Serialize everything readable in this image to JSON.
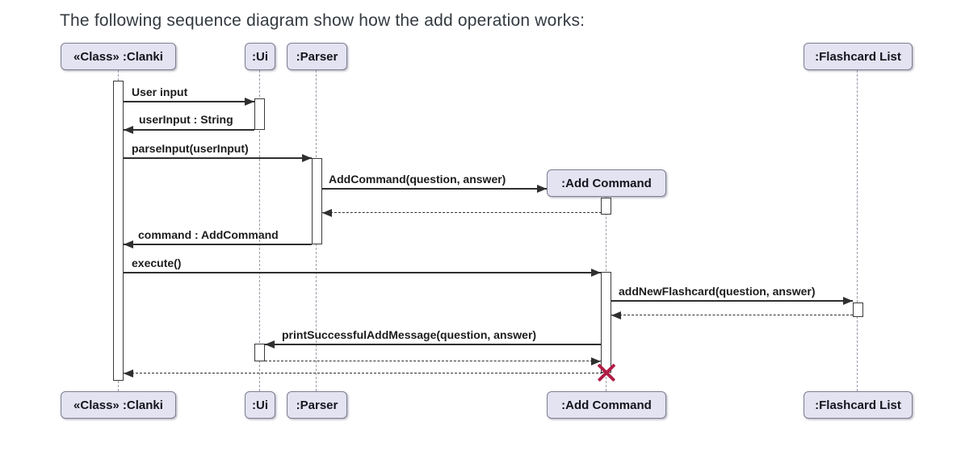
{
  "title": "The following sequence diagram show how the add operation works:",
  "participants": [
    {
      "label": "«Class» :Clanki"
    },
    {
      "label": ":Ui"
    },
    {
      "label": ":Parser"
    },
    {
      "label": ":Add Command"
    },
    {
      "label": ":Flashcard List"
    }
  ],
  "messages": [
    {
      "label": "User input",
      "from": "Clanki",
      "to": "Ui",
      "style": "solid"
    },
    {
      "label": "userInput : String",
      "from": "Ui",
      "to": "Clanki",
      "style": "solid"
    },
    {
      "label": "parseInput(userInput)",
      "from": "Clanki",
      "to": "Parser",
      "style": "solid"
    },
    {
      "label": "AddCommand(question, answer)",
      "from": "Parser",
      "to": "Add Command",
      "style": "solid-create"
    },
    {
      "label": "",
      "from": "Add Command",
      "to": "Parser",
      "style": "dashed-return"
    },
    {
      "label": "command : AddCommand",
      "from": "Parser",
      "to": "Clanki",
      "style": "solid"
    },
    {
      "label": "execute()",
      "from": "Clanki",
      "to": "Add Command",
      "style": "solid"
    },
    {
      "label": "addNewFlashcard(question, answer)",
      "from": "Add Command",
      "to": "Flashcard List",
      "style": "solid"
    },
    {
      "label": "",
      "from": "Flashcard List",
      "to": "Add Command",
      "style": "dashed-return"
    },
    {
      "label": "printSuccessfulAddMessage(question, answer)",
      "from": "Add Command",
      "to": "Ui",
      "style": "solid"
    },
    {
      "label": "",
      "from": "Ui",
      "to": "Add Command",
      "style": "dashed-return"
    },
    {
      "label": "",
      "from": "Add Command",
      "to": "Clanki",
      "style": "dashed-return-destroy"
    }
  ],
  "colors": {
    "participant_fill": "#E3E3F2",
    "participant_border": "#7D7D91",
    "message_line": "#2F2F2F",
    "lifeline": "#9B9BA8",
    "destroy_x": "#B01E46"
  }
}
